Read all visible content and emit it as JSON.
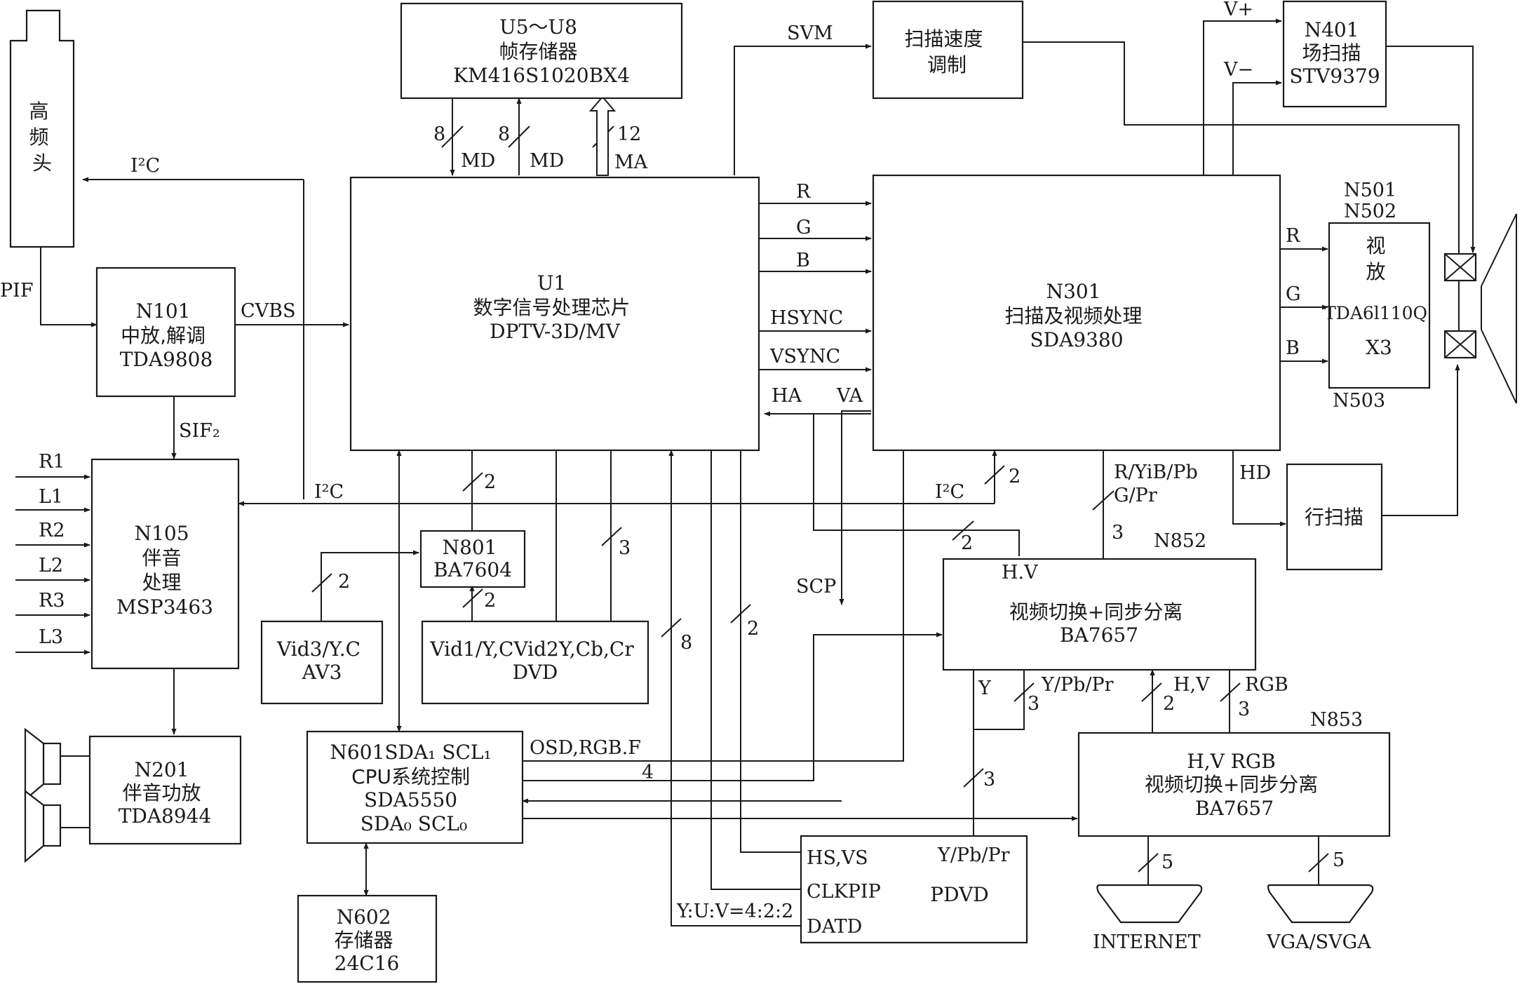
{
  "blocks": [
    {
      "id": "tuner",
      "lines": [
        "高",
        "频",
        "头"
      ]
    },
    {
      "id": "u5",
      "lines": [
        "U5～U8",
        "帧存储器",
        "KM416S1020BX4"
      ]
    },
    {
      "id": "svm",
      "lines": [
        "扫描速度",
        "调制"
      ]
    },
    {
      "id": "n401",
      "lines": [
        "N401",
        "场扫描",
        "STV9379"
      ]
    },
    {
      "id": "n101",
      "lines": [
        "N101",
        "中放,解调",
        "TDA9808"
      ]
    },
    {
      "id": "u1",
      "lines": [
        "U1",
        "数字信号处理芯片",
        "DPTV-3D/MV"
      ]
    },
    {
      "id": "n301",
      "lines": [
        "N301",
        "扫描及视频处理",
        "SDA9380"
      ]
    },
    {
      "id": "amp",
      "lines": [
        "视",
        "放",
        "TDA6l110Q",
        "X3"
      ]
    },
    {
      "id": "n105",
      "lines": [
        "N105",
        "伴音",
        "处理",
        "MSP3463"
      ]
    },
    {
      "id": "n801",
      "lines": [
        "N801",
        "BA7604"
      ]
    },
    {
      "id": "hscan",
      "lines": [
        "行扫描"
      ]
    },
    {
      "id": "n852",
      "lines": [
        "视频切换+同步分离",
        "BA7657"
      ]
    },
    {
      "id": "av3",
      "lines": [
        "Vid3/Y.C",
        "AV3"
      ]
    },
    {
      "id": "dvd",
      "lines": [
        "Vid1/Y,CVid2Y,Cb,Cr",
        "DVD"
      ]
    },
    {
      "id": "n201",
      "lines": [
        "N201",
        "伴音功放",
        "TDA8944"
      ]
    },
    {
      "id": "n601",
      "lines": [
        "N601SDA₁ SCL₁",
        "CPU系统控制",
        "SDA5550",
        "SDA₀ SCL₀"
      ]
    },
    {
      "id": "n853",
      "lines": [
        "H,V  RGB",
        "视频切换+同步分离",
        "BA7657"
      ]
    },
    {
      "id": "pdvd",
      "lines": [
        "PDVD"
      ]
    },
    {
      "id": "n602",
      "lines": [
        "N602",
        "存储器",
        "24C16"
      ]
    }
  ],
  "labels": {
    "svm_sig": "SVM",
    "v_plus": "V+",
    "v_minus": "V−",
    "md_count1": "8",
    "md1": "MD",
    "md_count2": "8",
    "md2": "MD",
    "ma_count": "12",
    "ma": "MA",
    "i2c_top": "I²C",
    "i2c_mid": "I²C",
    "i2c_right": "I²C",
    "pif": "PIF",
    "cvbs": "CVBS",
    "sif2": "SIF₂",
    "r": "R",
    "g": "G",
    "b": "B",
    "hsync": "HSYNC",
    "vsync": "VSYNC",
    "ha": "HA",
    "va": "VA",
    "n501": "N501",
    "n502": "N502",
    "n503": "N503",
    "amp_r": "R",
    "amp_g": "G",
    "amp_b": "B",
    "r1": "R1",
    "l1": "L1",
    "r2": "R2",
    "l2": "L2",
    "r3": "R3",
    "l3": "L3",
    "count_801": "2",
    "count_i2c": "2",
    "count_av3": "2",
    "count_dvd_in": "2",
    "count_dvd": "3",
    "hd": "HD",
    "ryb": "R/YiB/Pb",
    "gpr": "G/Pr",
    "count_3a": "3",
    "n852_lbl": "N852",
    "count_hv": "2",
    "hv_in": "H.V",
    "scp": "SCP",
    "count_8": "8",
    "count_2b": "2",
    "y": "Y",
    "ypbpr_a": "Y/Pb/Pr",
    "count_3b": "3",
    "hv_b": "H,V",
    "count_2c": "2",
    "rgb_b": "RGB",
    "count_3c": "3",
    "n853_lbl": "N853",
    "osd": "OSD,RGB.F",
    "count_4": "4",
    "count_3d": "3",
    "hsvs": "HS,VS",
    "clkpip": "CLKPIP",
    "datd": "DATD",
    "ypbpr_b": "Y/Pb/Pr",
    "yuv": "Y:U:V=4:2:2",
    "count_5a": "5",
    "count_5b": "5",
    "internet": "INTERNET",
    "vga": "VGA/SVGA"
  }
}
